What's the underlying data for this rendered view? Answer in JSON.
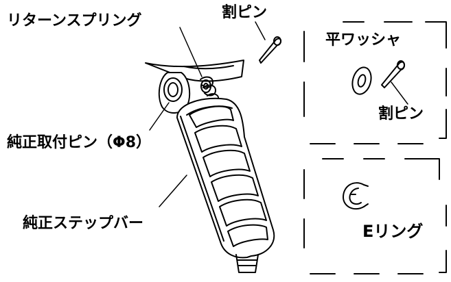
{
  "labels": {
    "return_spring": "リターンスプリング",
    "split_pin_top": "割ピン",
    "flat_washer": "平ワッシャ",
    "split_pin_box": "割ピン",
    "stock_mounting_pin": "純正取付ピン（Φ8）",
    "stock_step_bar": "純正ステップバー",
    "e_ring": "Eリング"
  },
  "colors": {
    "line": "#000000",
    "background": "#ffffff"
  }
}
